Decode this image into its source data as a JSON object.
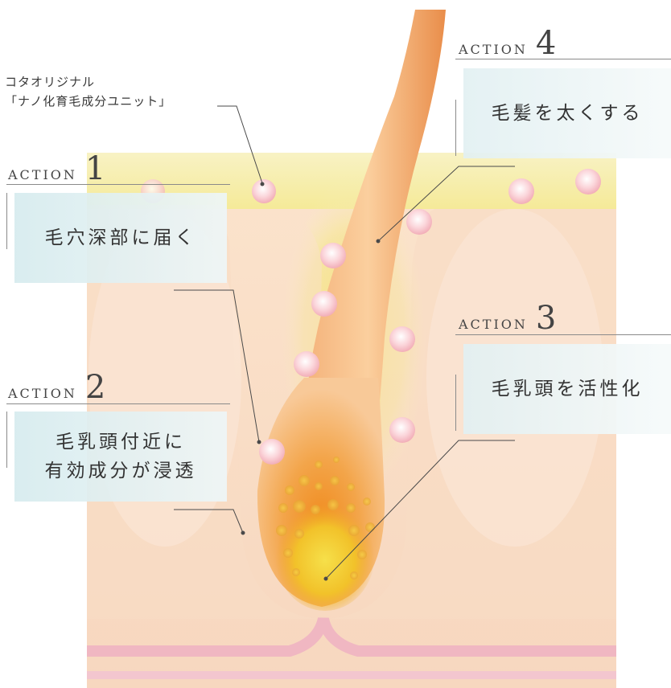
{
  "note": {
    "line1": "コタオリジナル",
    "line2": "「ナノ化育毛成分ユニット」"
  },
  "actions": [
    {
      "word": "ACTION",
      "number": "1",
      "text_lines": [
        "毛穴深部に届く"
      ]
    },
    {
      "word": "ACTION",
      "number": "2",
      "text_lines": [
        "毛乳頭付近に",
        "有効成分が浸透"
      ]
    },
    {
      "word": "ACTION",
      "number": "3",
      "text_lines": [
        "毛乳頭を活性化"
      ]
    },
    {
      "word": "ACTION",
      "number": "4",
      "text_lines": [
        "毛髪を太くする"
      ]
    }
  ],
  "colors": {
    "skin": "#f6d4b8",
    "skin_top_band": "#f6efb0",
    "hair": "#f0a060",
    "follicle_glow": "#f7c94a",
    "papilla": "#f2a020",
    "particle": "#f5b8c0",
    "subcutis_line": "#f0b7c2",
    "label_box": "#dcedef"
  }
}
